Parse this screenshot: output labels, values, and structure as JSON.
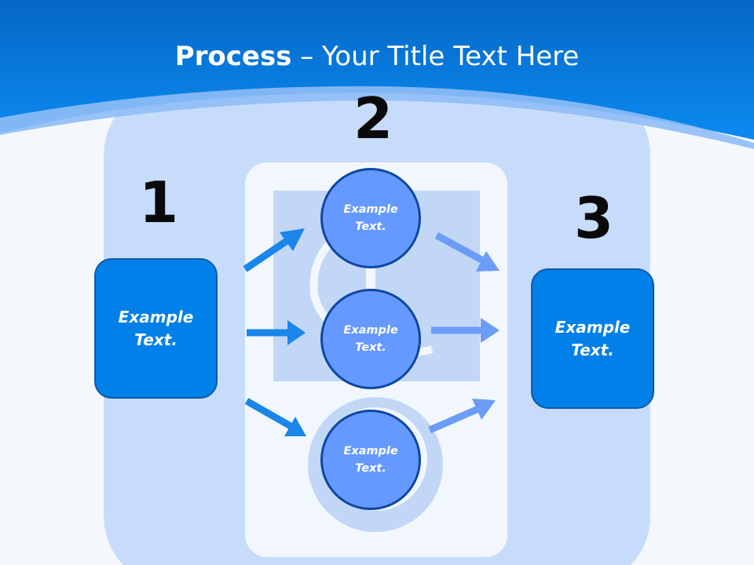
{
  "title": {
    "bold": "Process",
    "rest": " – Your Title Text Here"
  },
  "steps": [
    {
      "number": "1",
      "text": "Example Text."
    },
    {
      "number": "2",
      "circles": [
        "Example Text.",
        "Example Text.",
        "Example Text."
      ]
    },
    {
      "number": "3",
      "text": "Example Text."
    }
  ],
  "colors": {
    "header": "#0a7ee8",
    "box": "#0080e8",
    "circle": "#6699ff",
    "arrow_in": "#1a86ea",
    "arrow_out": "#6b9cf7"
  }
}
